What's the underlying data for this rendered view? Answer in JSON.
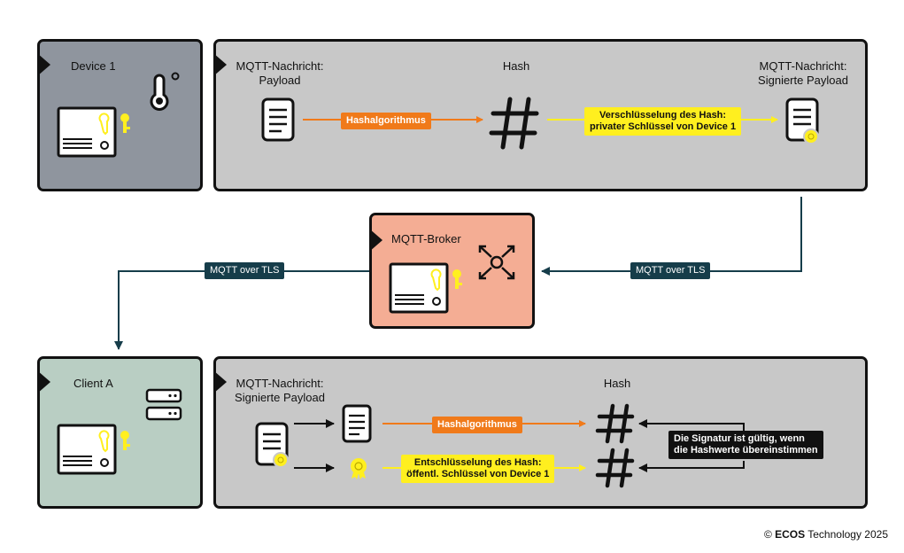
{
  "device": {
    "title": "Device 1"
  },
  "top_flow": {
    "msg_label": "MQTT-Nachricht:\nPayload",
    "hash_label": "Hash",
    "signed_label": "MQTT-Nachricht:\nSignierte Payload",
    "hash_algo": "Hashalgorithmus",
    "encrypt": "Verschlüsselung des Hash:\nprivater Schlüssel von Device 1"
  },
  "broker": {
    "title": "MQTT-Broker"
  },
  "transport": {
    "left": "MQTT over TLS",
    "right": "MQTT over TLS"
  },
  "client": {
    "title": "Client A"
  },
  "bottom_flow": {
    "msg_label": "MQTT-Nachricht:\nSignierte Payload",
    "hash_label": "Hash",
    "hash_algo": "Hashalgorithmus",
    "decrypt": "Entschlüsselung des Hash:\nöffentl. Schlüssel von Device 1",
    "verdict": "Die Signatur ist gültig, wenn\ndie Hashwerte übereinstimmen"
  },
  "footer": {
    "copyright_prefix": "© ",
    "brand": "ECOS",
    "copyright_rest": " Technology 2025"
  },
  "colors": {
    "device": "#8f959e",
    "flow": "#c8c8c8",
    "broker": "#f4ad94",
    "client": "#b9cec3",
    "orange": "#f07a1a",
    "yellow": "#ffef1f",
    "dark": "#163d4a"
  }
}
